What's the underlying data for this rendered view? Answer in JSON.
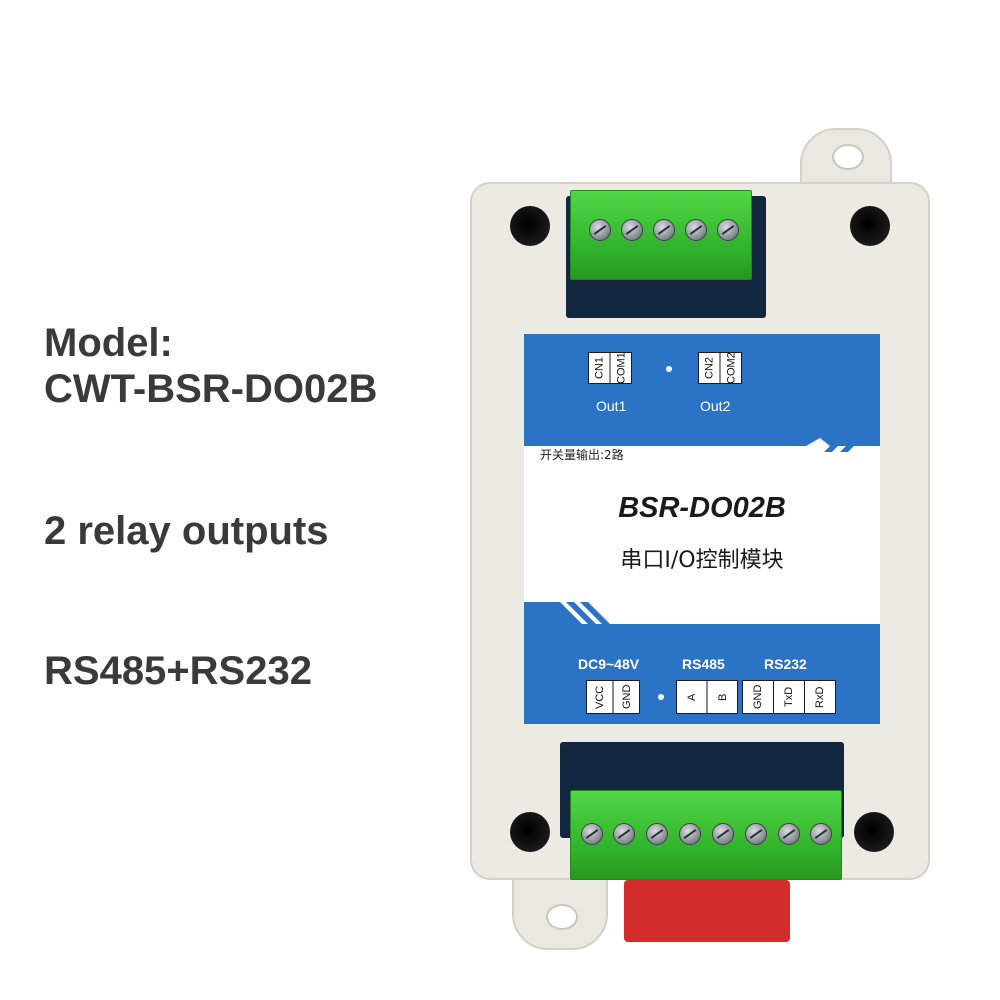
{
  "specs": {
    "model_label": "Model:",
    "model_value": "CWT-BSR-DO02B",
    "relay_outputs": "2 relay outputs",
    "interfaces": "RS485+RS232"
  },
  "device_label": {
    "pins_out1": [
      "CN1",
      "COM1"
    ],
    "pins_out2": [
      "CN2",
      "COM2"
    ],
    "out1": "Out1",
    "out2": "Out2",
    "switch_output": "开关量输出:2路",
    "model": "BSR-DO02B",
    "subtitle": "串口I/O控制模块",
    "power_heading": "DC9~48V",
    "rs485_heading": "RS485",
    "rs232_heading": "RS232",
    "power_pins": [
      "VCC",
      "GND"
    ],
    "rs485_pins": [
      "A",
      "B"
    ],
    "rs232_pins": [
      "GND",
      "TxD",
      "RxD"
    ]
  },
  "colors": {
    "label_blue": "#2b73c4",
    "case_beige": "#ebebe3",
    "terminal_green": "#3cc236",
    "connector_red": "#d42c2c",
    "pcb_navy": "#12263f",
    "text_dark": "#3a3a3a"
  }
}
